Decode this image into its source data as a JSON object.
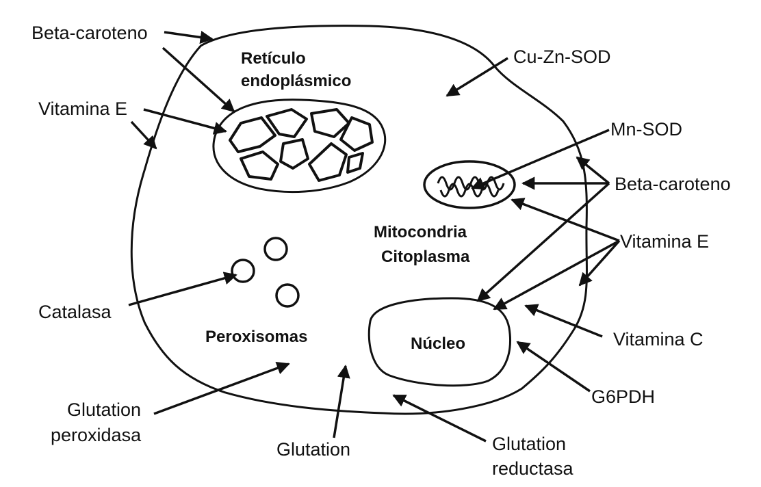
{
  "labels": {
    "beta_caroteno_top": "Beta-caroteno",
    "vitamina_e_left": "Vitamina E",
    "catalasa": "Catalasa",
    "glutation_peroxidasa_1": "Glutation",
    "glutation_peroxidasa_2": "peroxidasa",
    "glutation": "Glutation",
    "glutation_reductasa_1": "Glutation",
    "glutation_reductasa_2": "reductasa",
    "cu_zn_sod": "Cu-Zn-SOD",
    "mn_sod": "Mn-SOD",
    "beta_caroteno_right": "Beta-caroteno",
    "vitamina_e_right": "Vitamina E",
    "vitamina_c": "Vitamina C",
    "g6pdh": "G6PDH"
  },
  "organelles": {
    "reticulo_1": "Retículo",
    "reticulo_2": "endoplásmico",
    "mitocondria": "Mitocondria",
    "citoplasma": "Citoplasma",
    "peroxisomas": "Peroxisomas",
    "nucleo": "Núcleo"
  }
}
